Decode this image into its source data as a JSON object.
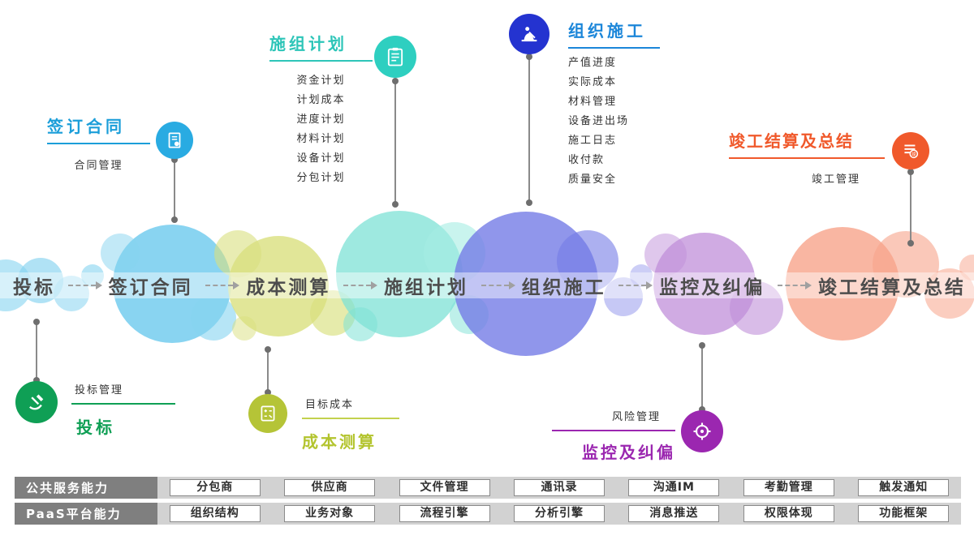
{
  "colors": {
    "blue": "#29abe2",
    "teal": "#2ecfc0",
    "deep_blue": "#2433d0",
    "orange": "#f0592b",
    "green": "#0f9f55",
    "olive": "#b5c437",
    "purple": "#9b27b0"
  },
  "timeline": {
    "stages": [
      "投标",
      "签订合同",
      "成本测算",
      "施组计划",
      "组织施工",
      "监控及纠偏",
      "竣工结算及总结"
    ]
  },
  "callouts": {
    "sign_contract": {
      "title": "签订合同",
      "subtitle": "合同管理",
      "icon": "contract-document-icon"
    },
    "construction_plan": {
      "title": "施组计划",
      "icon": "clipboard-plan-icon",
      "items": [
        "资金计划",
        "计划成本",
        "进度计划",
        "材料计划",
        "设备计划",
        "分包计划"
      ]
    },
    "organize_construction": {
      "title": "组织施工",
      "icon": "construction-worker-icon",
      "items": [
        "产值进度",
        "实际成本",
        "材料管理",
        "设备进出场",
        "施工日志",
        "收付款",
        "质量安全"
      ]
    },
    "completion": {
      "title": "竣工结算及总结",
      "subtitle": "竣工管理",
      "icon": "completion-document-icon"
    },
    "bidding": {
      "title": "投标",
      "subtitle": "投标管理",
      "icon": "bid-hand-icon"
    },
    "cost_estimation": {
      "title": "成本测算",
      "subtitle": "目标成本",
      "icon": "calculator-icon"
    },
    "monitoring": {
      "title": "监控及纠偏",
      "subtitle": "风险管理",
      "icon": "target-monitor-icon"
    }
  },
  "capabilities": {
    "rows": [
      {
        "header": "公共服务能力",
        "items": [
          "分包商",
          "供应商",
          "文件管理",
          "通讯录",
          "沟通IM",
          "考勤管理",
          "触发通知"
        ]
      },
      {
        "header": "PaaS平台能力",
        "items": [
          "组织结构",
          "业务对象",
          "流程引擎",
          "分析引擎",
          "消息推送",
          "权限体现",
          "功能框架"
        ]
      }
    ]
  }
}
